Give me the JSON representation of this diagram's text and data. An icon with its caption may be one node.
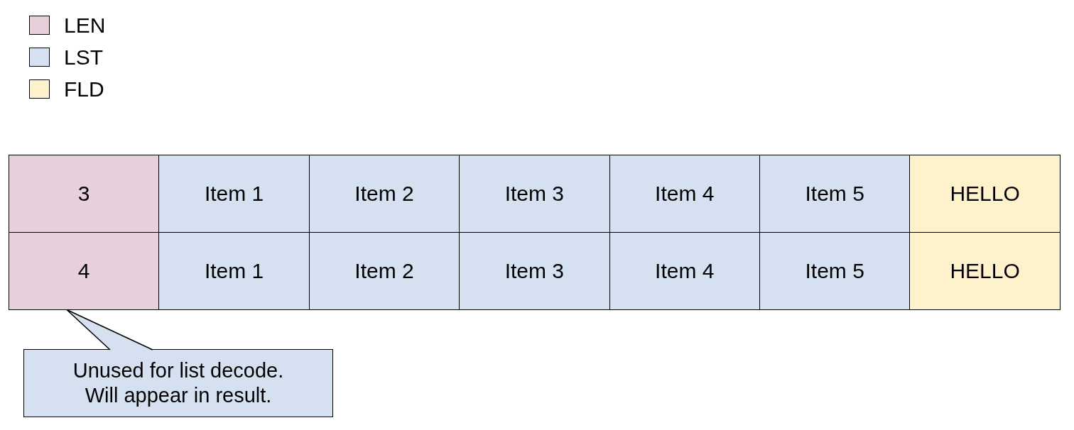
{
  "diagram": {
    "nodes": [
      {
        "text": [
          "3"
        ]
      },
      {
        "text": [
          "Item 1"
        ]
      },
      {
        "text": [
          "Item 2"
        ]
      },
      {
        "text": [
          "Item 3"
        ]
      },
      {
        "text": [
          "Item 4"
        ]
      },
      {
        "text": [
          "Item 5"
        ]
      },
      {
        "text": [
          "HELLO"
        ]
      },
      {
        "text": [
          "4"
        ]
      },
      {
        "text": [
          "Item 1"
        ]
      },
      {
        "text": [
          "Item 2"
        ]
      },
      {
        "text": [
          "Item 3"
        ]
      },
      {
        "text": [
          "Item 4"
        ]
      },
      {
        "text": [
          "Item 5"
        ]
      },
      {
        "text": [
          "HELLO"
        ]
      },
      {
        "text": [
          "Unused for list decode. Will appear in result."
        ]
      }
    ],
    "edges": [
      {
        "from": 14,
        "to": 7,
        "arrow": "none"
      }
    ],
    "legend": [
      {
        "text": "LEN",
        "color": "#e6d0dc"
      },
      {
        "text": "LST",
        "color": "#d5e1f0"
      },
      {
        "text": "FLD",
        "color": "#fdf2cc"
      }
    ]
  }
}
